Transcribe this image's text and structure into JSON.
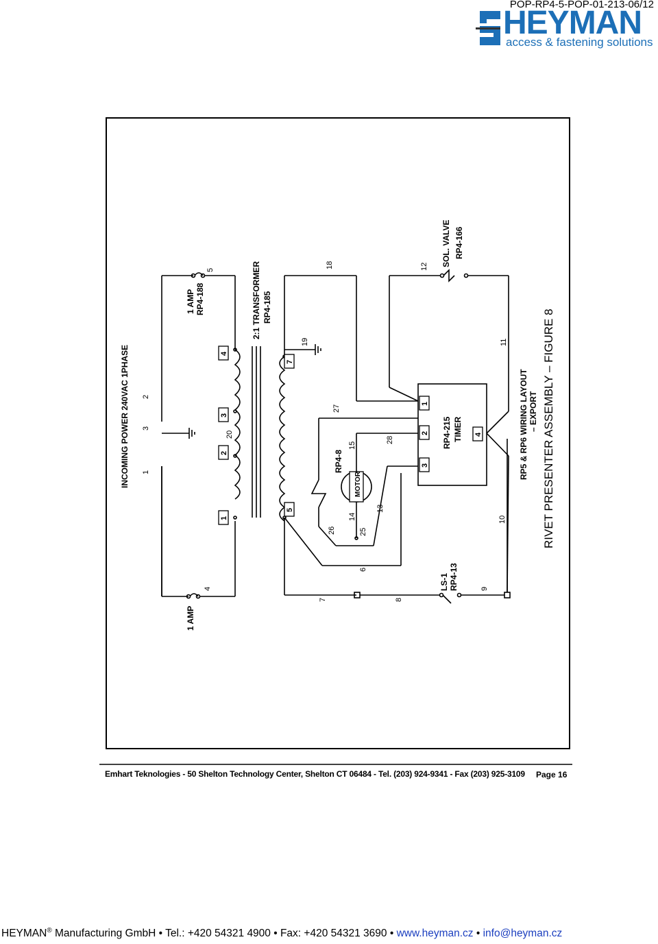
{
  "header": {
    "doc_code": "POP-RP4-5-POP-01-213-06/12",
    "logo_word": "HEYMAN",
    "logo_tagline": "access & fastening solutions",
    "brand_color": "#1c6fb7"
  },
  "diagram": {
    "incoming_power": "INCOMING POWER  240VAC 1PHASE",
    "transformer": "2:1 TRANSFORMER",
    "transformer_part": "RP4-185",
    "fuse_top": "1 AMP",
    "fuse_top_part": "RP4-188",
    "fuse_bottom": "1 AMP",
    "motor": "MOTOR",
    "motor_part": "RP4-8",
    "timer_part": "RP4-215",
    "timer": "TIMER",
    "sol_valve": "SOL. VALVE",
    "sol_valve_part": "RP4-166",
    "limit_switch": "LS-1",
    "limit_switch_part": "RP4-13",
    "wiring_layout": "RP5 & RP6 WIRING LAYOUT",
    "export": "– EXPORT",
    "figure_title": "RIVET PRESENTER ASSEMBLY – FIGURE 8",
    "wire_numbers": [
      "1",
      "2",
      "3",
      "4",
      "5",
      "6",
      "7",
      "8",
      "9",
      "10",
      "11",
      "12",
      "13",
      "14",
      "15",
      "18",
      "19",
      "20",
      "25",
      "26",
      "27",
      "28"
    ],
    "terminal_numbers": [
      "1",
      "2",
      "3",
      "4",
      "5",
      "7"
    ],
    "timer_terminals": [
      "1",
      "2",
      "3",
      "4"
    ]
  },
  "footer_band": {
    "emhart": "Emhart Teknologies - 50 Shelton Technology Center, Shelton CT 06484 - Tel. (203) 924-9341 - Fax (203) 925-3109",
    "page": "Page  16"
  },
  "footer": {
    "company": "HEYMAN",
    "reg": "®",
    "company_rest": " Manufacturing GmbH • Tel.: +420 54321 4900 • Fax: +420 54321 3690 • ",
    "web": "www.heyman.cz",
    "sep": " • ",
    "email": "info@heyman.cz"
  }
}
